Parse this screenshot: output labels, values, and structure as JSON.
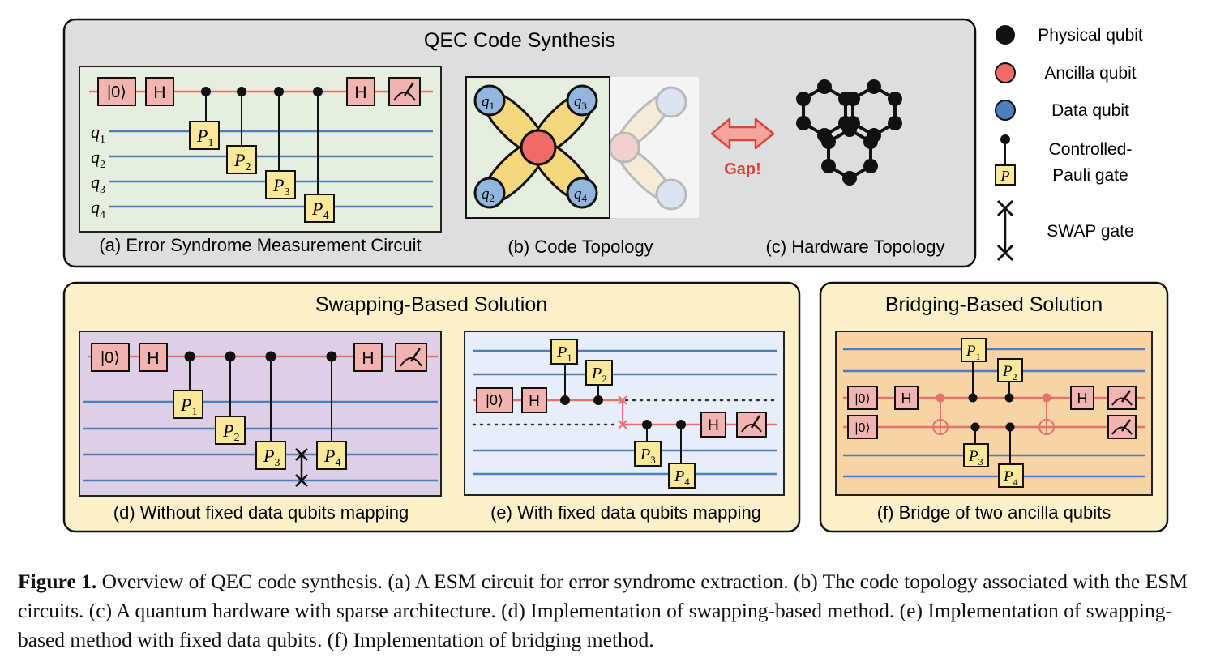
{
  "top_panel": {
    "title": "QEC Code Synthesis",
    "caption_a": "(a) Error Syndrome Measurement Circuit",
    "caption_b": "(b) Code Topology",
    "caption_c": "(c) Hardware Topology",
    "gap_label": "Gap!"
  },
  "legend": {
    "physical": "Physical qubit",
    "ancilla": "Ancilla qubit",
    "data": "Data qubit",
    "controlled_line1": "Controlled-",
    "controlled_line2": "Pauli gate",
    "swap": "SWAP gate"
  },
  "swap_panel": {
    "title": "Swapping-Based Solution",
    "caption_d": "(d) Without fixed data qubits mapping",
    "caption_e": "(e) With fixed data qubits mapping"
  },
  "bridge_panel": {
    "title": "Bridging-Based Solution",
    "caption_f": "(f) Bridge of two ancilla qubits"
  },
  "gates": {
    "init": "|0⟩",
    "hadamard": "H",
    "pauli": "P",
    "p1": "1",
    "p2": "2",
    "p3": "3",
    "p4": "4"
  },
  "qubit_labels": {
    "q": "q",
    "i1": "1",
    "i2": "2",
    "i3": "3",
    "i4": "4"
  },
  "caption": {
    "label": "Figure 1.",
    "text": " Overview of QEC code synthesis. (a) A ESM circuit for error syndrome extraction. (b) The code topology associated with the ESM circuits. (c) A quantum hardware with sparse architecture. (d) Implementation of swapping-based method. (e) Implementation of swapping-based method with fixed data qubits. (f) Implementation of bridging method."
  },
  "colors": {
    "ancilla_line": "#e8716b",
    "data_line": "#4d7fbd",
    "pauli_fill": "#fbe99b",
    "gate_fill": "#f2b4b0",
    "top_bg": "#dedede",
    "panel_yellow": "#fbf0c9",
    "circuit_green": "#e6efdf",
    "circuit_purple": "#ddd0e6",
    "circuit_blue": "#e7eef9",
    "circuit_orange": "#f7d3a6",
    "ancilla_node": "#ef6a68",
    "data_node": "#92b6dd"
  }
}
